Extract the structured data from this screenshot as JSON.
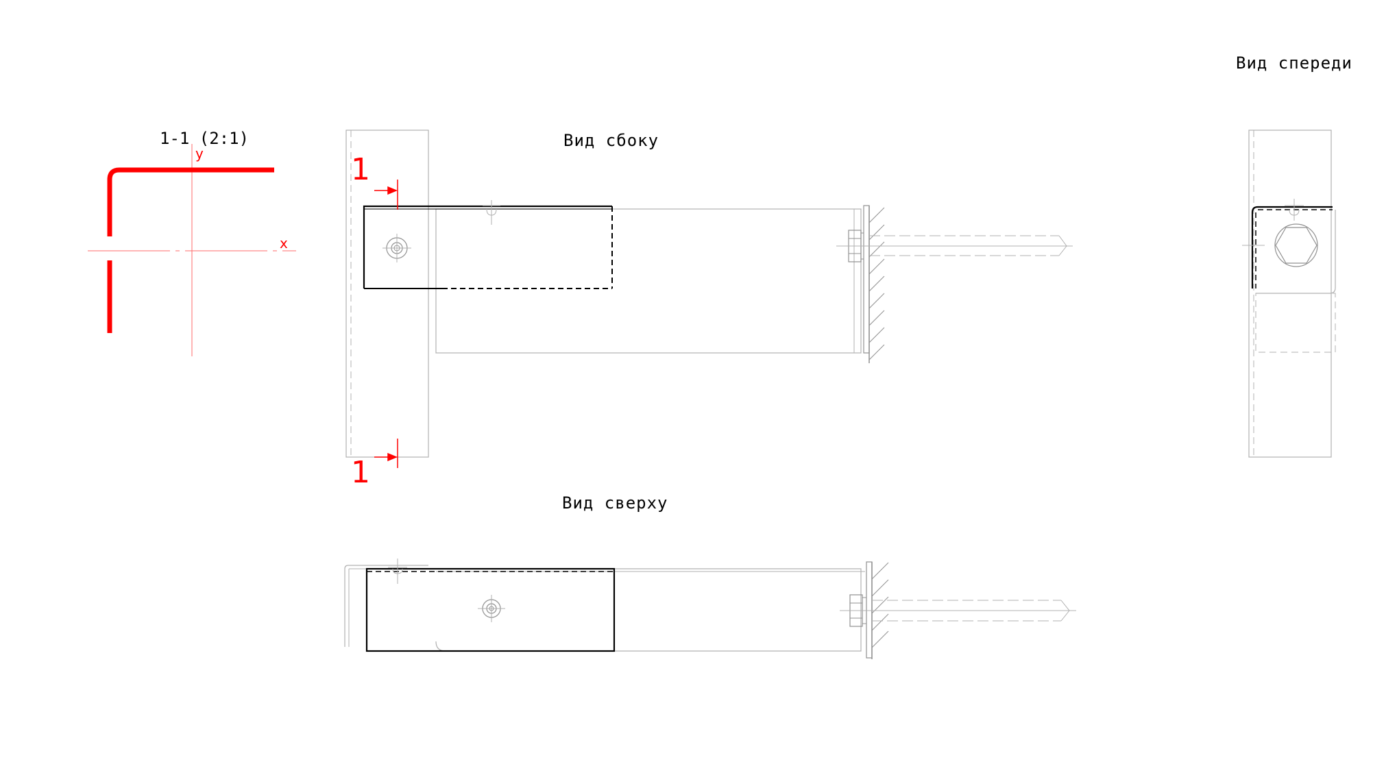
{
  "views": {
    "front_title": "Вид спереди",
    "side_title": "Вид сбоку",
    "top_title": "Вид сверху"
  },
  "section": {
    "title": "1-1 (2:1)",
    "axis_x": "x",
    "axis_y": "y",
    "cut_label_top": "1",
    "cut_label_bottom": "1"
  },
  "colors": {
    "background": "#ffffff",
    "section_line": "#ff0000",
    "outline": "#000000",
    "thin_line": "#b0b0b0"
  }
}
